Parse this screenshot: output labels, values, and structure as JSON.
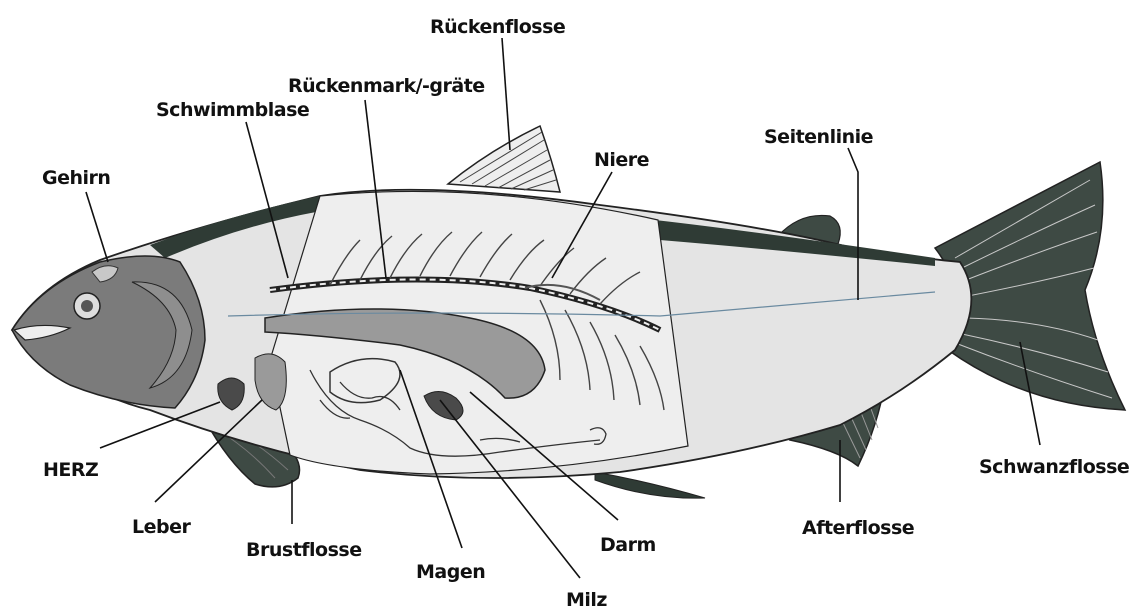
{
  "colors": {
    "background": "#ffffff",
    "body_light": "#e4e4e4",
    "cutaway_panel": "#eeeeee",
    "dark_fin": "#3e4a44",
    "dark_back": "#2f3b35",
    "organ_gray": "#9a9a9a",
    "organ_dark": "#4a4a4a",
    "outline": "#222222"
  },
  "labels": {
    "rueckenflosse": "Rückenflosse",
    "rueckenmark": "Rückenmark/-gräte",
    "schwimmblase": "Schwimmblase",
    "gehirn": "Gehirn",
    "niere": "Niere",
    "seitenlinie": "Seitenlinie",
    "herz": "HERZ",
    "leber": "Leber",
    "brustflosse": "Brustflosse",
    "magen": "Magen",
    "milz": "Milz",
    "darm": "Darm",
    "afterflosse": "Afterflosse",
    "schwanzflosse": "Schwanzflosse"
  }
}
